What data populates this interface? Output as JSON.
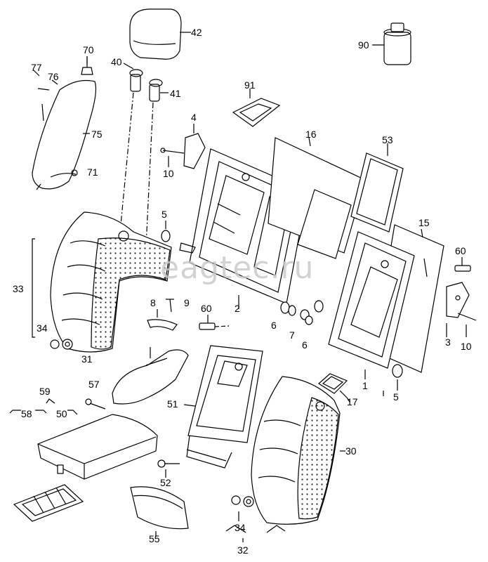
{
  "watermark": "eagtec.ru",
  "labels": {
    "l1": "1",
    "l2": "2",
    "l3": "3",
    "l4": "4",
    "l5a": "5",
    "l5b": "5",
    "l6a": "6",
    "l6b": "6",
    "l7": "7",
    "l8": "8",
    "l9": "9",
    "l10a": "10",
    "l10b": "10",
    "l15": "15",
    "l16": "16",
    "l17": "17",
    "l30": "30",
    "l31": "31",
    "l32": "32",
    "l33": "33",
    "l34a": "34",
    "l34b": "34",
    "l40": "40",
    "l41": "41",
    "l42": "42",
    "l50": "50",
    "l51": "51",
    "l52": "52",
    "l53": "53",
    "l55": "55",
    "l57": "57",
    "l58": "58",
    "l59": "59",
    "l60a": "60",
    "l60b": "60",
    "l70": "70",
    "l71": "71",
    "l75": "75",
    "l76": "76",
    "l77": "77",
    "l90": "90",
    "l91": "91"
  }
}
